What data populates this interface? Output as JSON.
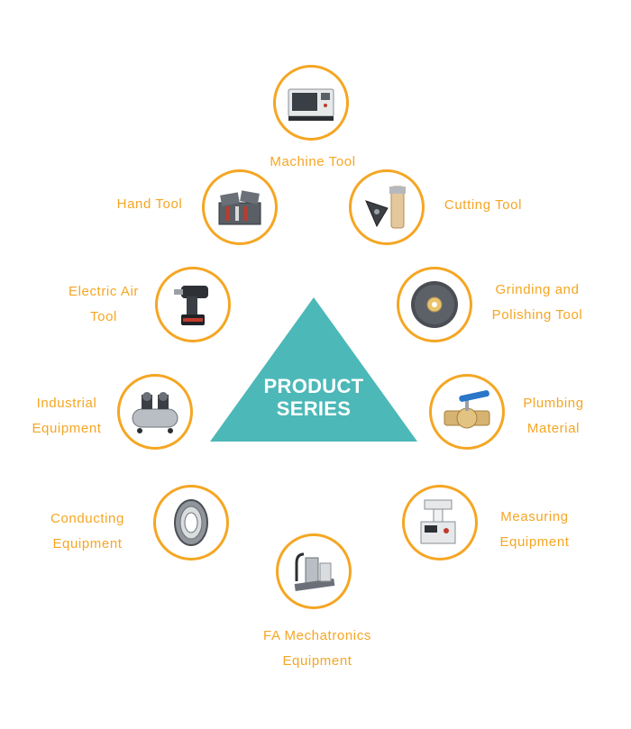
{
  "center": {
    "line1": "PRODUCT",
    "line2": "SERIES",
    "color": "#4db8b8"
  },
  "accent_color": "#f5a623",
  "categories": [
    {
      "id": "machine-tool",
      "lines": [
        "Machine Tool"
      ],
      "icon": "cnc-machine-icon"
    },
    {
      "id": "hand-tool",
      "lines": [
        "Hand Tool"
      ],
      "icon": "toolbox-icon"
    },
    {
      "id": "cutting-tool",
      "lines": [
        "Cutting Tool"
      ],
      "icon": "cutting-insert-icon"
    },
    {
      "id": "electric-air-tool",
      "lines": [
        "Electric Air",
        "Tool"
      ],
      "icon": "impact-driver-icon"
    },
    {
      "id": "grinding-polishing-tool",
      "lines": [
        "Grinding and",
        "Polishing Tool"
      ],
      "icon": "grinding-wheel-icon"
    },
    {
      "id": "industrial-equipment",
      "lines": [
        "Industrial",
        "Equipment"
      ],
      "icon": "air-compressor-icon"
    },
    {
      "id": "plumbing-material",
      "lines": [
        "Plumbing",
        "Material"
      ],
      "icon": "ball-valve-icon"
    },
    {
      "id": "conducting-equipment",
      "lines": [
        "Conducting",
        "Equipment"
      ],
      "icon": "bearing-icon"
    },
    {
      "id": "measuring-equipment",
      "lines": [
        "Measuring",
        "Equipment"
      ],
      "icon": "measuring-instrument-icon"
    },
    {
      "id": "fa-mechatronics-equipment",
      "lines": [
        "FA Mechatronics",
        "Equipment"
      ],
      "icon": "linear-actuator-icon"
    }
  ]
}
